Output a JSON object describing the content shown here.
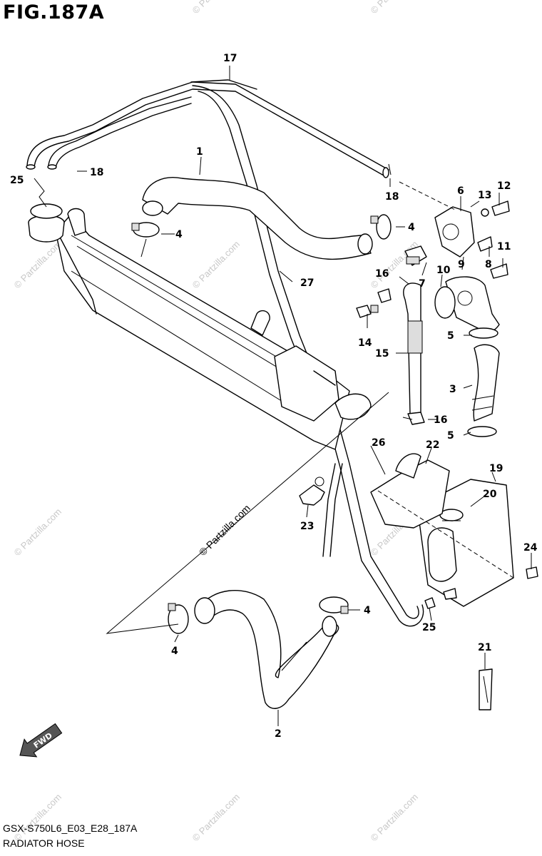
{
  "figure": {
    "title": "FIG.187A",
    "code": "GSX-S750L6_E03_E28_187A",
    "name": "RADIATOR HOSE",
    "fwd_label": "FWD",
    "watermark": "© Partzilla.com"
  },
  "callouts": [
    "1",
    "2",
    "3",
    "4",
    "4",
    "4",
    "4",
    "5",
    "5",
    "6",
    "7",
    "8",
    "9",
    "10",
    "11",
    "12",
    "13",
    "14",
    "15",
    "16",
    "16",
    "17",
    "18",
    "18",
    "19",
    "20",
    "21",
    "22",
    "23",
    "24",
    "25",
    "25",
    "26",
    "27"
  ]
}
